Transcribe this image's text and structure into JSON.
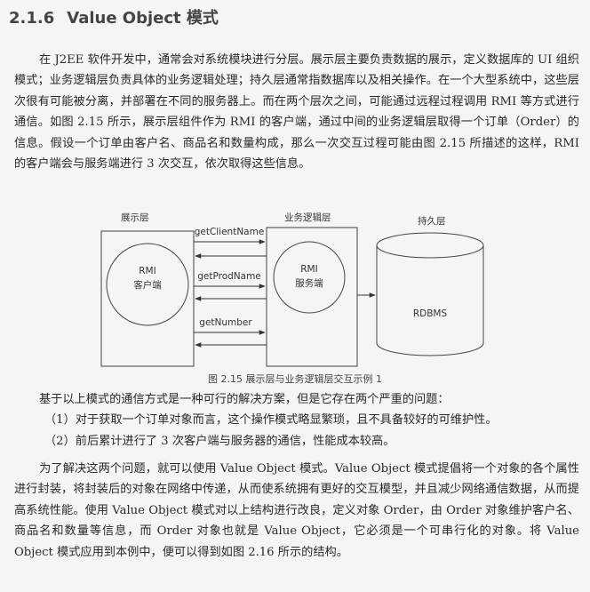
{
  "section": {
    "number": "2.1.6",
    "title": "Value Object 模式"
  },
  "paragraphs": {
    "p1": "在 J2EE 软件开发中，通常会对系统模块进行分层。展示层主要负责数据的展示，定义数据库的 UI 组织模式；业务逻辑层负责具体的业务逻辑处理；持久层通常指数据库以及相关操作。在一个大型系统中，这些层次很有可能被分离，并部署在不同的服务器上。而在两个层次之间，可能通过远程过程调用 RMI 等方式进行通信。如图 2.15 所示，展示层组件作为 RMI 的客户端，通过中间的业务逻辑层取得一个订单（Order）的信息。假设一个订单由客户名、商品名和数量构成，那么一次交互过程可能由图 2.15 所描述的这样，RMI 的客户端会与服务端进行 3 次交互，依次取得这些信息。",
    "p2_intro": "基于以上模式的通信方式是一种可行的解决方案，但是它存在两个严重的问题：",
    "p2_item1": "（1）对于获取一个订单对象而言，这个操作模式略显繁琐，且不具备较好的可维护性。",
    "p2_item2": "（2）前后累计进行了 3 次客户端与服务器的通信，性能成本较高。",
    "p3": "为了解决这两个问题，就可以使用 Value Object 模式。Value Object 模式提倡将一个对象的各个属性进行封装，将封装后的对象在网络中传递，从而使系统拥有更好的交互模型，并且减少网络通信数据，从而提高系统性能。使用 Value Object 模式对以上结构进行改良，定义对象 Order，由 Order 对象维护客户名、商品名和数量等信息，而 Order 对象也就是 Value Object，它必须是一个可串行化的对象。将 Value Object 模式应用到本例中，便可以得到如图 2.16 所示的结构。"
  },
  "figure": {
    "layer_presentation": "展示层",
    "layer_business": "业务逻辑层",
    "layer_persistence": "持久层",
    "client_line1": "RMI",
    "client_line2": "客户端",
    "server_line1": "RMI",
    "server_line2": "服务端",
    "db_label": "RDBMS",
    "call1": "getClientName",
    "call2": "getProdName",
    "call3": "getNumber",
    "caption": "图 2.15   展示层与业务逻辑层交互示例 1"
  }
}
